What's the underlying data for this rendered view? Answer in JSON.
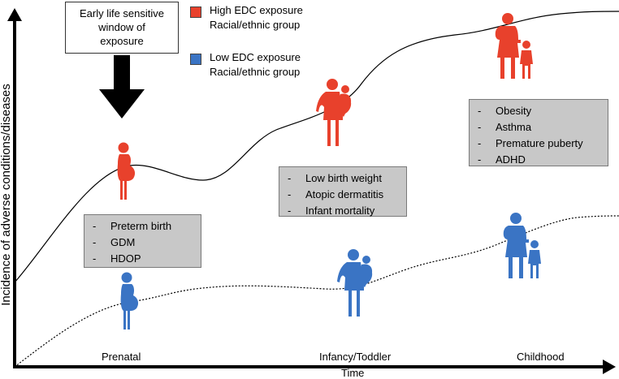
{
  "legend": {
    "high_label_line1": "High EDC exposure",
    "high_label_line2": "Racial/ethnic group",
    "low_label_line1": "Low EDC exposure",
    "low_label_line2": "Racial/ethnic group",
    "high_color": "#e8412c",
    "low_color": "#3a74c4"
  },
  "window_box": {
    "line1": "Early life sensitive",
    "line2": "window of",
    "line3": "exposure"
  },
  "axes": {
    "y_label": "Incidence of adverse conditions/diseases",
    "x_label": "Time"
  },
  "stages": [
    "Prenatal",
    "Infancy/Toddler",
    "Childhood"
  ],
  "boxes": {
    "prenatal": [
      "Preterm birth",
      "GDM",
      "HDOP"
    ],
    "infancy": [
      "Low birth weight",
      "Atopic dermatitis",
      "Infant mortality"
    ],
    "childhood": [
      "Obesity",
      "Asthma",
      "Premature puberty",
      "ADHD"
    ]
  },
  "icons": {
    "pregnant_woman": "pregnant-woman-icon",
    "mother_infant": "mother-carrying-infant-icon",
    "mother_child": "mother-and-child-icon",
    "arrow_down": "down-arrow-icon"
  },
  "dash": "-"
}
